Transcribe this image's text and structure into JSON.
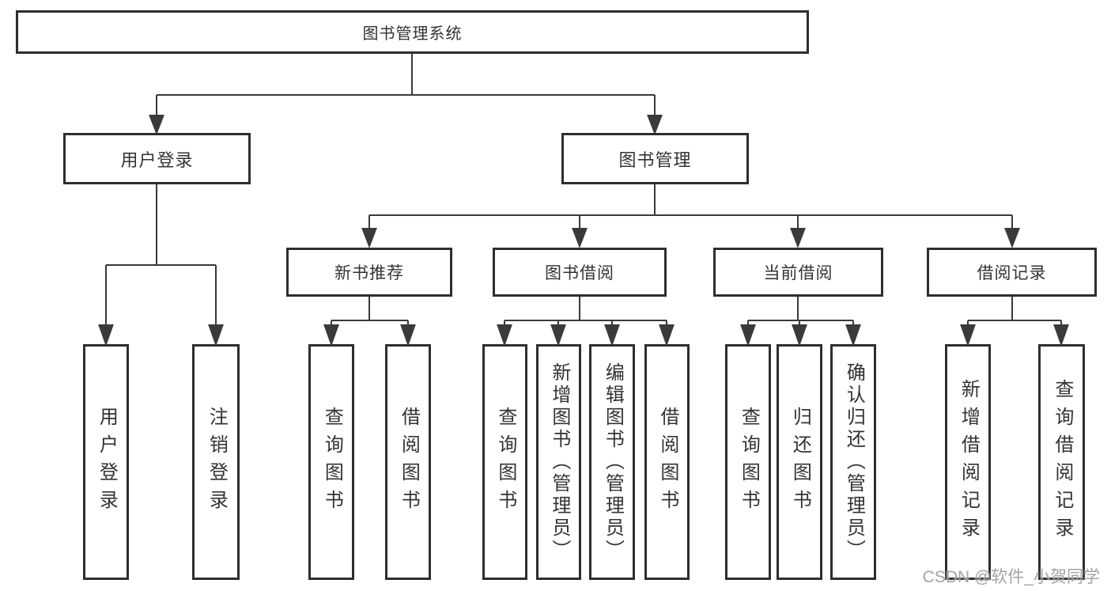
{
  "root": {
    "label": "图书管理系统"
  },
  "branches": {
    "user_login": {
      "label": "用户登录",
      "leaves": [
        "用户登录",
        "注销登录"
      ]
    },
    "book_management": {
      "label": "图书管理",
      "sections": [
        {
          "label": "新书推荐",
          "leaves": [
            "查询图书",
            "借阅图书"
          ]
        },
        {
          "label": "图书借阅",
          "leaves": [
            "查询图书",
            "新增图书（管理员）",
            "编辑图书（管理员）",
            "借阅图书"
          ]
        },
        {
          "label": "当前借阅",
          "leaves": [
            "查询图书",
            "归还图书",
            "确认归还（管理员）"
          ]
        },
        {
          "label": "借阅记录",
          "leaves": [
            "新增借阅记录",
            "查询借阅记录"
          ]
        }
      ]
    }
  },
  "watermark": {
    "text": "CSDN @软件_小贺同学"
  },
  "colors": {
    "line": "#3a3a3a",
    "box_border": "#2e2e2e",
    "text": "#333333",
    "watermark": "#8c8c8c",
    "background": "#ffffff"
  }
}
